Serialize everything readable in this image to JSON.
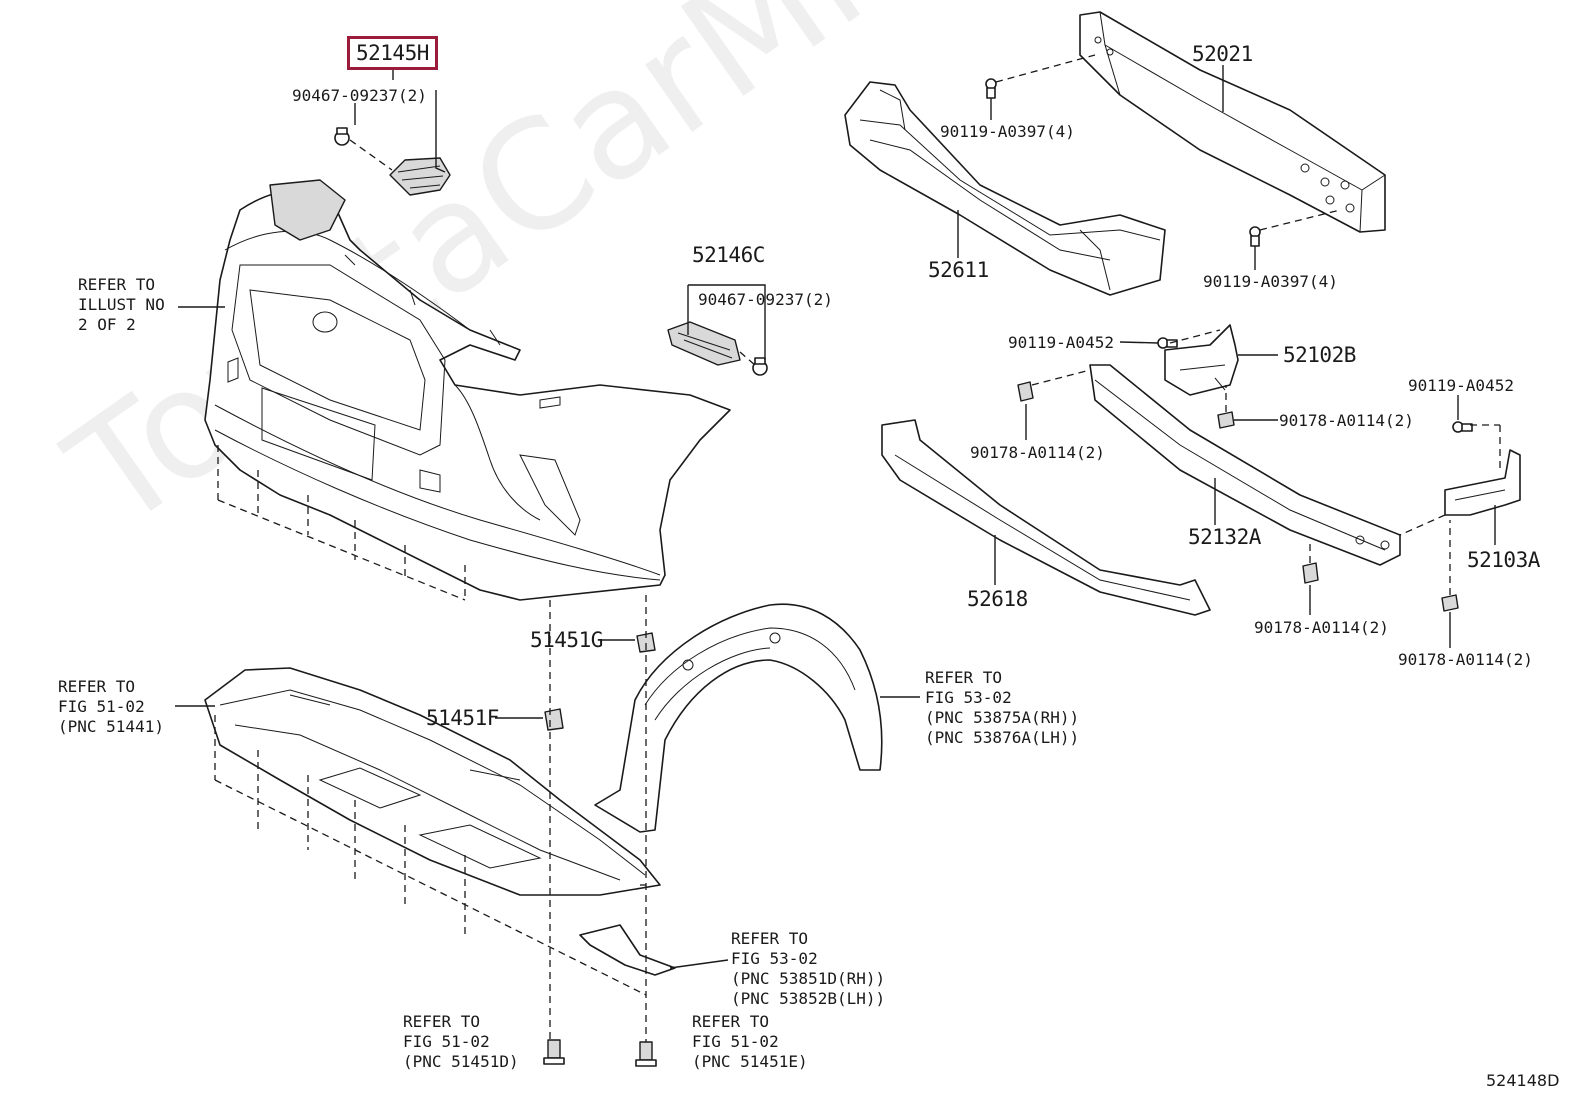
{
  "diagram_id": "524148D",
  "watermark": "ToyotaCarMine.ru",
  "highlight_color": "#9b1b3b",
  "labels": {
    "p52145H": "52145H",
    "p90467_top": "90467-09237(2)",
    "refer_illust": "REFER TO\nILLUST NO\n2 OF 2",
    "p52146C": "52146C",
    "p90467_mid": "90467-09237(2)",
    "p52021": "52021",
    "p90119_a0397_top": "90119-A0397(4)",
    "p52611": "52611",
    "p90119_a0397_bot": "90119-A0397(4)",
    "p90119_a0452_a": "90119-A0452",
    "p52102B": "52102B",
    "p90119_a0452_b": "90119-A0452",
    "p90178_a": "90178-A0114(2)",
    "p90178_b": "90178-A0114(2)",
    "p52132A": "52132A",
    "p52618": "52618",
    "p52103A": "52103A",
    "p90178_c": "90178-A0114(2)",
    "p90178_d": "90178-A0114(2)",
    "p51451G": "51451G",
    "p51451F": "51451F",
    "refer_5102_a": "REFER TO\nFIG 51-02\n(PNC 51441)",
    "refer_5302_a": "REFER TO\nFIG 53-02\n(PNC 53875A(RH))\n(PNC 53876A(LH))",
    "refer_5302_b": "REFER TO\nFIG 53-02\n(PNC 53851D(RH))\n(PNC 53852B(LH))",
    "refer_5102_b": "REFER TO\nFIG 51-02\n(PNC 51451D)",
    "refer_5102_c": "REFER TO\nFIG 51-02\n(PNC 51451E)"
  }
}
